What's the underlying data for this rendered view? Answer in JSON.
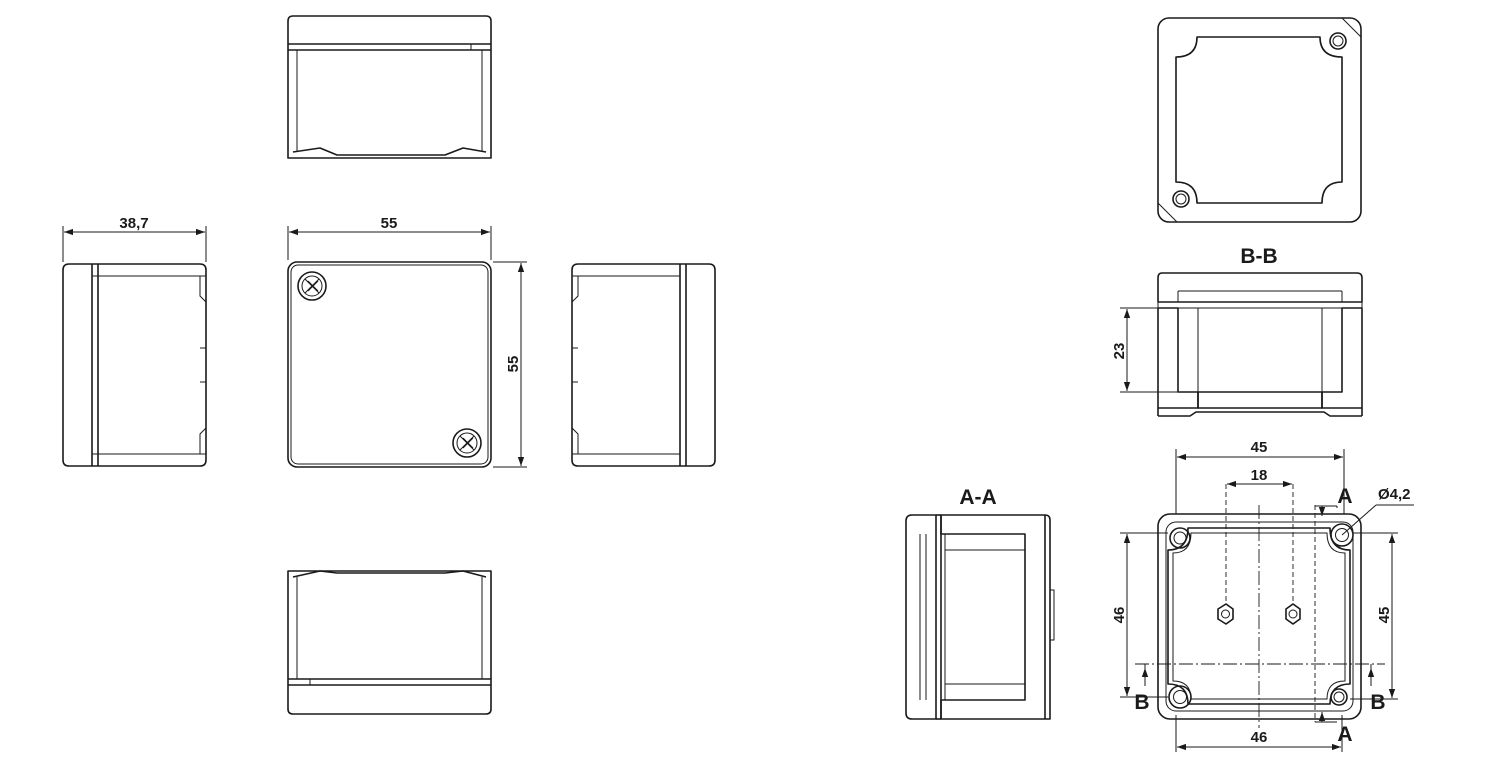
{
  "dimensions": {
    "side_depth": "38,7",
    "front_width": "55",
    "front_height": "55",
    "bb_height": "23",
    "base_outer_width": "45",
    "base_center_spacing": "18",
    "hole_diameter": "Ø4,2",
    "base_left_height": "46",
    "base_right_height": "45",
    "base_bottom_width": "46"
  },
  "section_labels": {
    "aa_title": "A-A",
    "bb_title": "B-B",
    "a_marker": "A",
    "b_marker": "B"
  }
}
